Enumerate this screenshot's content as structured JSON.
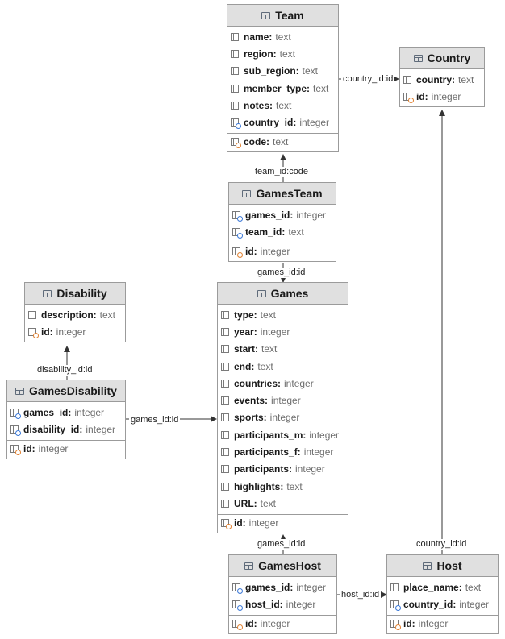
{
  "tables": {
    "team": {
      "name": "Team",
      "fields": [
        {
          "name": "name",
          "type": "text",
          "icon": "field"
        },
        {
          "name": "region",
          "type": "text",
          "icon": "field"
        },
        {
          "name": "sub_region",
          "type": "text",
          "icon": "field"
        },
        {
          "name": "member_type",
          "type": "text",
          "icon": "field"
        },
        {
          "name": "notes",
          "type": "text",
          "icon": "field"
        },
        {
          "name": "country_id",
          "type": "integer",
          "icon": "fk"
        }
      ],
      "key": {
        "name": "code",
        "type": "text",
        "icon": "pk"
      }
    },
    "country": {
      "name": "Country",
      "fields": [
        {
          "name": "country",
          "type": "text",
          "icon": "field"
        },
        {
          "name": "id",
          "type": "integer",
          "icon": "pk"
        }
      ]
    },
    "games_team": {
      "name": "GamesTeam",
      "fields": [
        {
          "name": "games_id",
          "type": "integer",
          "icon": "fk"
        },
        {
          "name": "team_id",
          "type": "text",
          "icon": "fk"
        }
      ],
      "key": {
        "name": "id",
        "type": "integer",
        "icon": "pk"
      }
    },
    "disability": {
      "name": "Disability",
      "fields": [
        {
          "name": "description",
          "type": "text",
          "icon": "field"
        },
        {
          "name": "id",
          "type": "integer",
          "icon": "pk"
        }
      ]
    },
    "games": {
      "name": "Games",
      "fields": [
        {
          "name": "type",
          "type": "text",
          "icon": "field"
        },
        {
          "name": "year",
          "type": "integer",
          "icon": "field"
        },
        {
          "name": "start",
          "type": "text",
          "icon": "field"
        },
        {
          "name": "end",
          "type": "text",
          "icon": "field"
        },
        {
          "name": "countries",
          "type": "integer",
          "icon": "field"
        },
        {
          "name": "events",
          "type": "integer",
          "icon": "field"
        },
        {
          "name": "sports",
          "type": "integer",
          "icon": "field"
        },
        {
          "name": "participants_m",
          "type": "integer",
          "icon": "field"
        },
        {
          "name": "participants_f",
          "type": "integer",
          "icon": "field"
        },
        {
          "name": "participants",
          "type": "integer",
          "icon": "field"
        },
        {
          "name": "highlights",
          "type": "text",
          "icon": "field"
        },
        {
          "name": "URL",
          "type": "text",
          "icon": "field"
        }
      ],
      "key": {
        "name": "id",
        "type": "integer",
        "icon": "pk"
      }
    },
    "games_disability": {
      "name": "GamesDisability",
      "fields": [
        {
          "name": "games_id",
          "type": "integer",
          "icon": "fk"
        },
        {
          "name": "disability_id",
          "type": "integer",
          "icon": "fk"
        }
      ],
      "key": {
        "name": "id",
        "type": "integer",
        "icon": "pk"
      }
    },
    "games_host": {
      "name": "GamesHost",
      "fields": [
        {
          "name": "games_id",
          "type": "integer",
          "icon": "fk"
        },
        {
          "name": "host_id",
          "type": "integer",
          "icon": "fk"
        }
      ],
      "key": {
        "name": "id",
        "type": "integer",
        "icon": "pk"
      }
    },
    "host": {
      "name": "Host",
      "fields": [
        {
          "name": "place_name",
          "type": "text",
          "icon": "field"
        },
        {
          "name": "country_id",
          "type": "integer",
          "icon": "fk"
        }
      ],
      "key": {
        "name": "id",
        "type": "integer",
        "icon": "pk"
      }
    }
  },
  "relations": {
    "team_country": "country_id:id",
    "gamesteam_team": "team_id:code",
    "gamesteam_games": "games_id:id",
    "gamesdisability_disability": "disability_id:id",
    "gamesdisability_games": "games_id:id",
    "gameshost_games": "games_id:id",
    "gameshost_host": "host_id:id",
    "host_country": "country_id:id"
  },
  "colors": {
    "header": "#e0e0e0",
    "border": "#9b9b9b",
    "fk": "#3a78d8",
    "pk": "#e08030"
  }
}
